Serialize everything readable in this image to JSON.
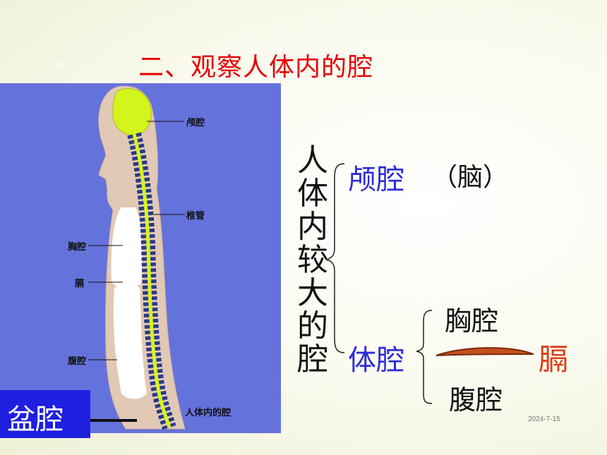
{
  "slide": {
    "number": "6",
    "title": "二、观察人体内的腔",
    "date": "2024-7-15"
  },
  "figure": {
    "labels": {
      "cranial": "颅腔",
      "spinal_canal": "椎管",
      "thoracic": "胸腔",
      "diaphragm": "膈",
      "abdominal": "腹腔",
      "caption": "人体内的腔"
    },
    "pelvic_label": "盆腔"
  },
  "diagram": {
    "root_chars": [
      "人",
      "体",
      "内",
      "较",
      "大",
      "的",
      "腔"
    ],
    "cranial": "颅腔",
    "brain_note": "（脑）",
    "body_cavity": "体腔",
    "thoracic": "胸腔",
    "abdominal": "腹腔",
    "diaphragm": "膈"
  },
  "colors": {
    "title_red": "#e60000",
    "term_blue": "#2b2bd6",
    "diaphragm_red": "#e03a14",
    "figure_bg": "#6472dc",
    "pelvic_box": "#1f1fe0",
    "spine_yellow": "#d4f51c"
  }
}
